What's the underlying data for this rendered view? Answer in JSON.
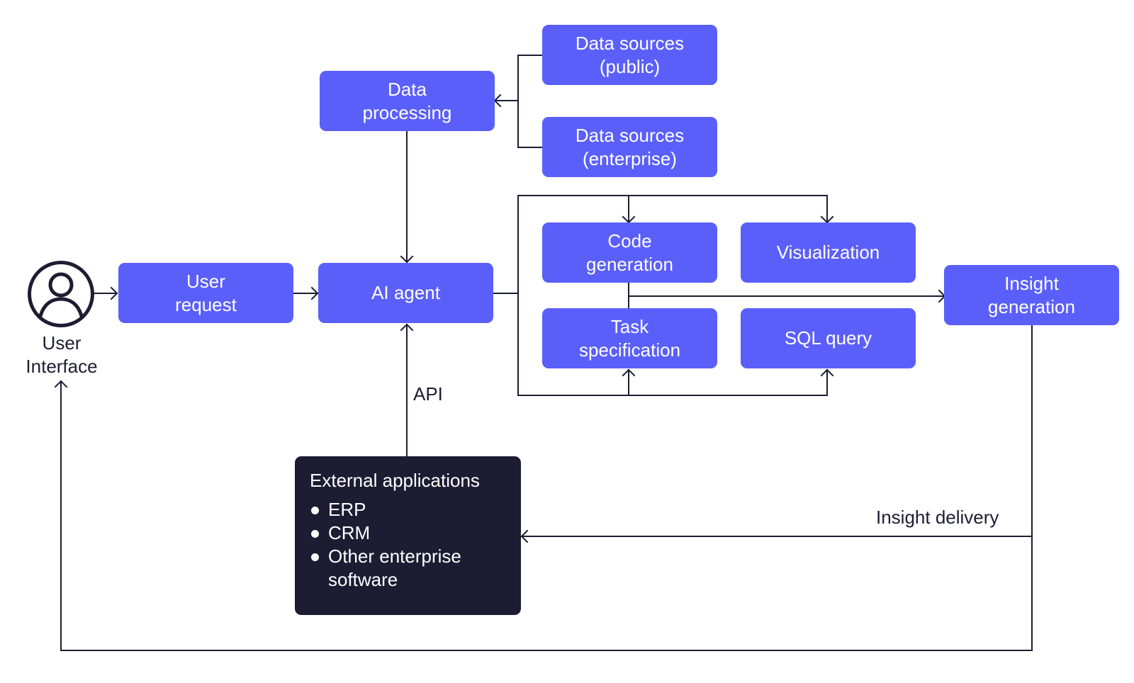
{
  "user_interface": {
    "icon": "user-circle-icon",
    "label_line1": "User",
    "label_line2": "Interface"
  },
  "nodes": {
    "user_request": [
      "User",
      "request"
    ],
    "ai_agent": [
      "AI agent"
    ],
    "data_processing": [
      "Data",
      "processing"
    ],
    "data_sources_public": [
      "Data sources",
      "(public)"
    ],
    "data_sources_enterprise": [
      "Data sources",
      "(enterprise)"
    ],
    "code_generation": [
      "Code",
      "generation"
    ],
    "visualization": [
      "Visualization"
    ],
    "task_specification": [
      "Task",
      "specification"
    ],
    "sql_query": [
      "SQL query"
    ],
    "insight_generation": [
      "Insight",
      "generation"
    ]
  },
  "external_apps": {
    "title": "External applications",
    "items": [
      "ERP",
      "CRM",
      "Other enterprise software"
    ]
  },
  "labels": {
    "api": "API",
    "insight_delivery": "Insight delivery"
  },
  "colors": {
    "node_fill": "#5b5ffa",
    "dark_fill": "#1c1d33",
    "line": "#1c1d33"
  }
}
